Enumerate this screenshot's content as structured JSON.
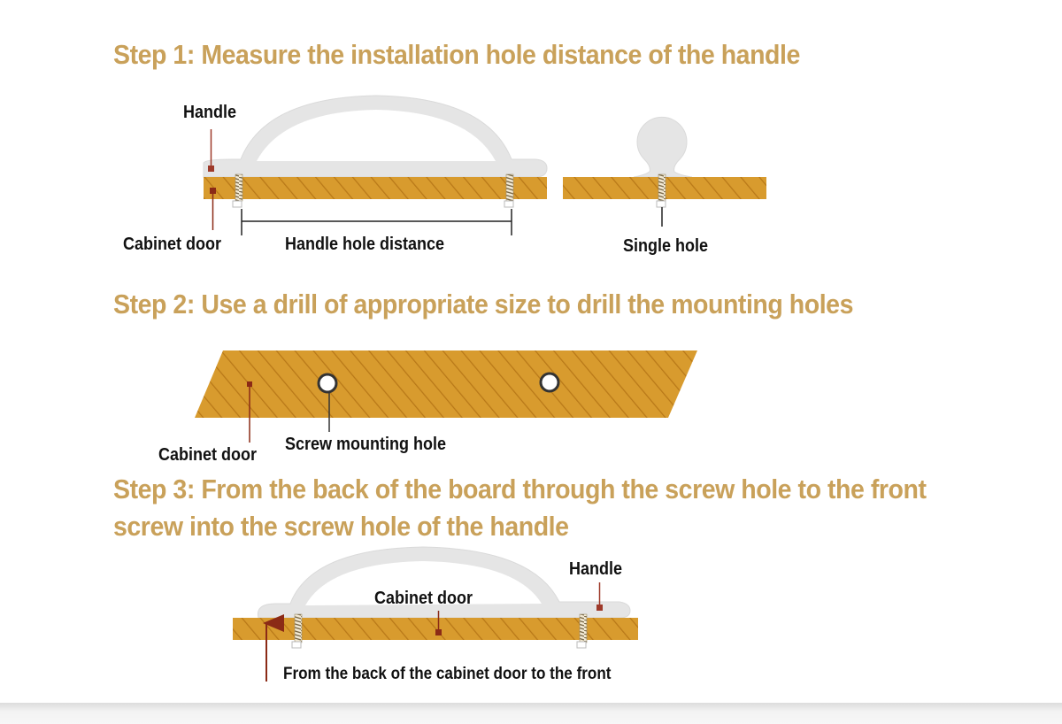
{
  "colors": {
    "title_gold": "#C9A15A",
    "wood": "#D89B2E",
    "wood_stripe": "#B87818",
    "handle": "#E5E5E5",
    "marker": "#8B2A16"
  },
  "step1": {
    "title": "Step 1: Measure the installation hole distance of the handle",
    "labels": {
      "handle": "Handle",
      "cabinet_door": "Cabinet door",
      "hole_distance": "Handle hole distance",
      "single_hole": "Single hole"
    }
  },
  "step2": {
    "title": "Step 2: Use a drill of appropriate size to drill the mounting holes",
    "labels": {
      "cabinet_door": "Cabinet door",
      "screw_hole": "Screw mounting hole"
    }
  },
  "step3": {
    "title_line1": "Step 3: From the back of the board through the screw hole to the front",
    "title_line2": "screw into the screw hole of the handle",
    "labels": {
      "handle": "Handle",
      "cabinet_door": "Cabinet door",
      "direction": "From the back of the cabinet door to the front"
    }
  }
}
